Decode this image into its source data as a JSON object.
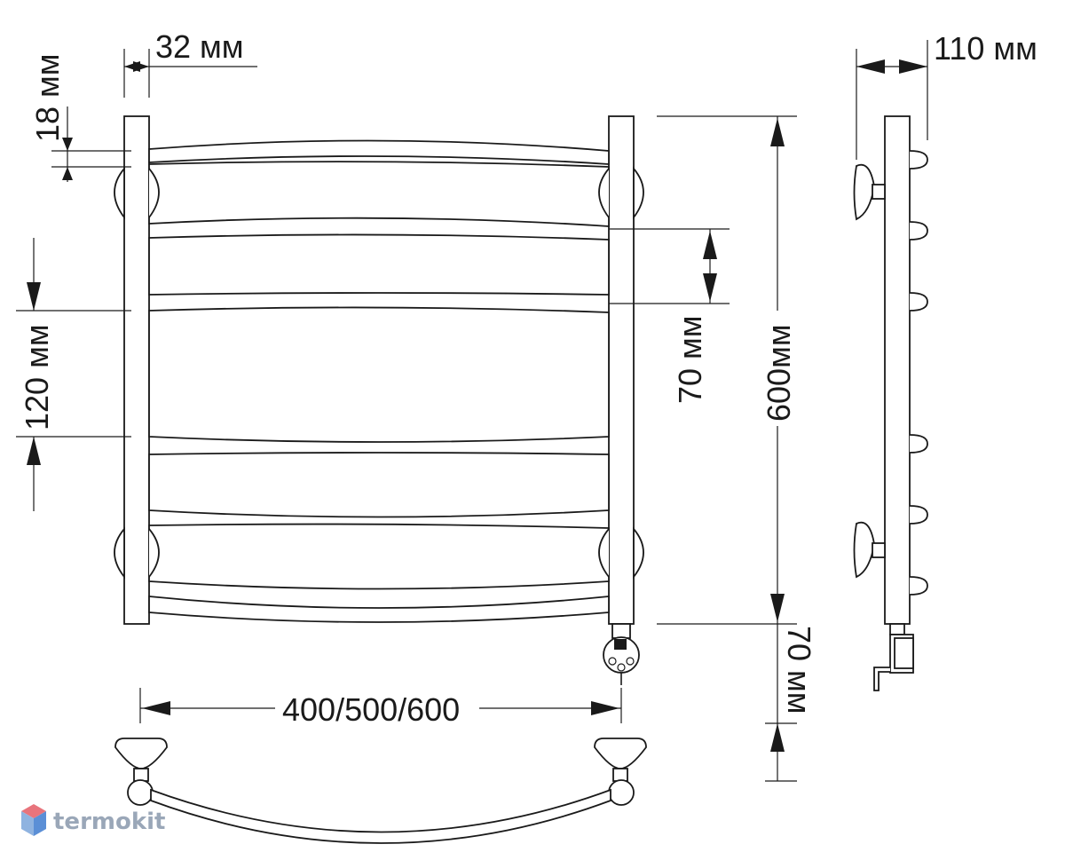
{
  "diagram": {
    "dimensions": {
      "pipe_width": "32 мм",
      "crossbar_height": "18 мм",
      "spacing_large": "120 мм",
      "spacing_small": "70 мм",
      "total_height": "600мм",
      "heater_length": "70 мм",
      "width_options": "400/500/600",
      "depth": "110 мм"
    },
    "views": [
      "front-view",
      "side-view",
      "top-view"
    ]
  },
  "watermark": {
    "brand": "termokit",
    "colors": {
      "top": "#e8747c",
      "left": "#8fb3e0",
      "right": "#5b8fd6"
    }
  },
  "colors": {
    "ink": "#1a1a1a",
    "background": "#ffffff"
  }
}
